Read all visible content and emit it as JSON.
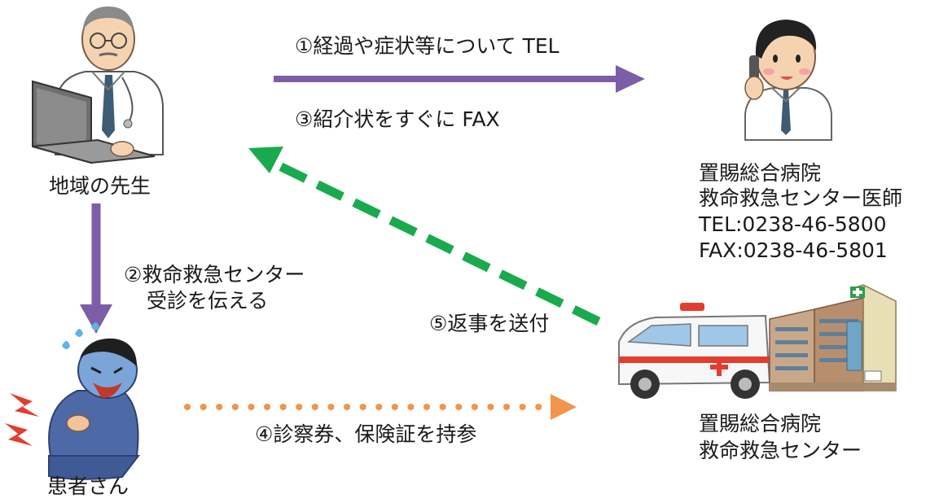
{
  "nodes": {
    "local_doctor": {
      "label": "地域の先生"
    },
    "patient": {
      "label": "患者さん"
    },
    "er_doctor": {
      "line1": "置賜総合病院",
      "line2": "救命救急センター医師",
      "line3": "TEL:0238-46-5800",
      "line4": "FAX:0238-46-5801"
    },
    "er_center": {
      "line1": "置賜総合病院",
      "line2": "救命救急センター"
    }
  },
  "steps": {
    "s1": "①経過や症状等について TEL",
    "s2_line1": "②救命救急センター",
    "s2_line2": "受診を伝える",
    "s3": "③紹介状をすぐに FAX",
    "s4": "④診察券、保険証を持参",
    "s5": "⑤返事を送付"
  },
  "colors": {
    "purple_arrow": "#7b5ea7",
    "green_dashed_arrow": "#1aaa4e",
    "orange_dotted_arrow": "#f0954a"
  }
}
